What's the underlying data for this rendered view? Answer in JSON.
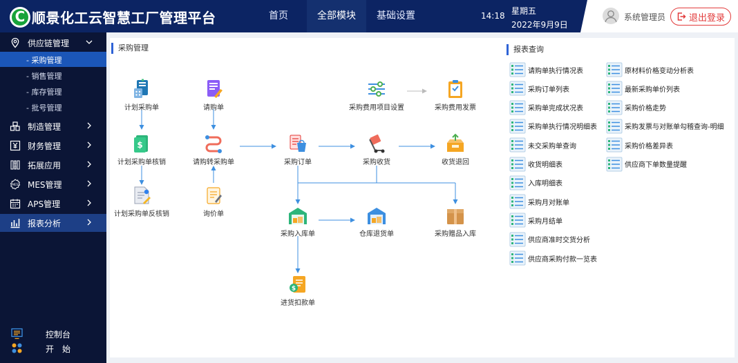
{
  "header": {
    "app_title": "顺景化工云智慧工厂管理平台",
    "nav": [
      {
        "label": "首页"
      },
      {
        "label": "全部模块"
      },
      {
        "label": "基础设置"
      }
    ],
    "active_nav": "全部模块",
    "time": "14:18",
    "weekday": "星期五",
    "date": "2022年9月9日",
    "user_name": "系统管理员",
    "logout_label": "退出登录"
  },
  "sidebar": {
    "menu": [
      {
        "label": "供应链管理",
        "icon": "supply-chain-icon",
        "expanded": true
      },
      {
        "label": "制造管理",
        "icon": "manufacturing-icon"
      },
      {
        "label": "财务管理",
        "icon": "finance-icon"
      },
      {
        "label": "拓展应用",
        "icon": "extension-icon"
      },
      {
        "label": "MES管理",
        "icon": "mes-icon"
      },
      {
        "label": "APS管理",
        "icon": "calendar-icon"
      },
      {
        "label": "报表分析",
        "icon": "chart-icon",
        "active": true
      }
    ],
    "submenu": [
      {
        "label": "- 采购管理",
        "active": true
      },
      {
        "label": "- 销售管理"
      },
      {
        "label": "- 库存管理"
      },
      {
        "label": "- 批号管理"
      }
    ],
    "bottom": [
      {
        "label": "控制台",
        "icon": "console-icon"
      },
      {
        "label": "开　始",
        "icon": "start-icon"
      }
    ]
  },
  "purchase": {
    "title": "采购管理",
    "nodes": [
      {
        "label": "计划采购单"
      },
      {
        "label": "计划采购单核销"
      },
      {
        "label": "计划采购单反核销"
      },
      {
        "label": "请购单"
      },
      {
        "label": "请购转采购单"
      },
      {
        "label": "询价单"
      },
      {
        "label": "采购订单"
      },
      {
        "label": "采购收货"
      },
      {
        "label": "收货退回"
      },
      {
        "label": "采购费用项目设置"
      },
      {
        "label": "采购费用发票"
      },
      {
        "label": "采购入库单"
      },
      {
        "label": "仓库退货单"
      },
      {
        "label": "采购赠品入库"
      },
      {
        "label": "进货扣款单"
      }
    ]
  },
  "reports": {
    "title": "报表查询",
    "col1": [
      "请购单执行情况表",
      "采购订单列表",
      "采购单完成状况表",
      "采购单执行情况明细表",
      "未交采购单查询",
      "收货明细表",
      "入库明细表",
      "采购月对账单",
      "采购月结单",
      "供应商准时交货分析",
      "供应商采购付款一览表"
    ],
    "col2": [
      "原材料价格变动分析表",
      "最新采购单价列表",
      "采购价格走势",
      "采购发票与对账单勾稽查询-明细",
      "采购价格差异表",
      "供应商下单数量提醒"
    ]
  },
  "colors": {
    "header_bg": "#0c2463",
    "sidebar_bg": "#0b1536",
    "active_sub": "#1b56b8",
    "accent": "#2f63d6",
    "flow_arrow": "#3d8fe0",
    "logout": "#e23b3b"
  }
}
